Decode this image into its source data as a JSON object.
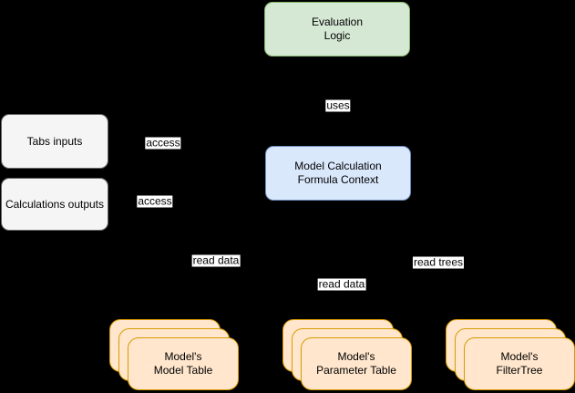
{
  "canvas": {
    "background": "#000000",
    "label_bg": "#ffffff",
    "text_color": "#000000",
    "line_color": "#000000"
  },
  "palette": {
    "green_fill": "#d5e8d4",
    "green_stroke": "#82b366",
    "blue_fill": "#dae8fc",
    "blue_stroke": "#6c8ebf",
    "gray_fill": "#f5f5f5",
    "gray_stroke": "#666666",
    "orange_fill": "#ffe6cc",
    "orange_stroke": "#d79b00"
  },
  "nodes": {
    "evaluation_logic": {
      "lines": [
        "Evaluation",
        "Logic"
      ]
    },
    "formula_context": {
      "lines": [
        "Model Calculation",
        "Formula Context"
      ]
    },
    "tabs_inputs": {
      "label": "Tabs inputs"
    },
    "calculations_outputs": {
      "label": "Calculations outputs"
    },
    "model_table": {
      "lines": [
        "Model's",
        "Model Table"
      ]
    },
    "parameter_table": {
      "lines": [
        "Model's",
        "Parameter Table"
      ]
    },
    "filter_tree": {
      "lines": [
        "Model's",
        "FilterTree"
      ]
    }
  },
  "edges": {
    "uses": {
      "label": "uses"
    },
    "access_tabs": {
      "label": "access"
    },
    "access_calculations": {
      "label": "access"
    },
    "read_data_model": {
      "label": "read data"
    },
    "read_data_parameter": {
      "label": "read data"
    },
    "read_trees": {
      "label": "read trees"
    }
  }
}
